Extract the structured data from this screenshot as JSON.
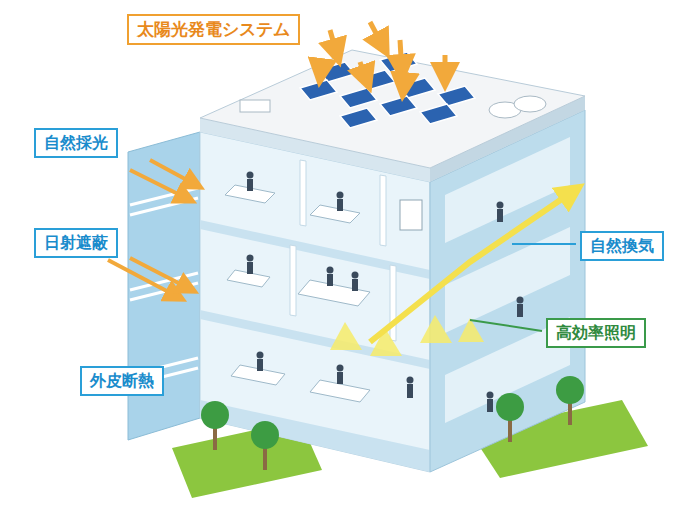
{
  "diagram": {
    "nodes": [
      {
        "text": [
          "太陽光発電システム"
        ]
      },
      {
        "text": [
          "自然採光"
        ]
      },
      {
        "text": [
          "日射遮蔽"
        ]
      },
      {
        "text": [
          "自然換気"
        ]
      },
      {
        "text": [
          "高効率照明"
        ]
      },
      {
        "text": [
          "外皮断熱"
        ]
      }
    ]
  }
}
